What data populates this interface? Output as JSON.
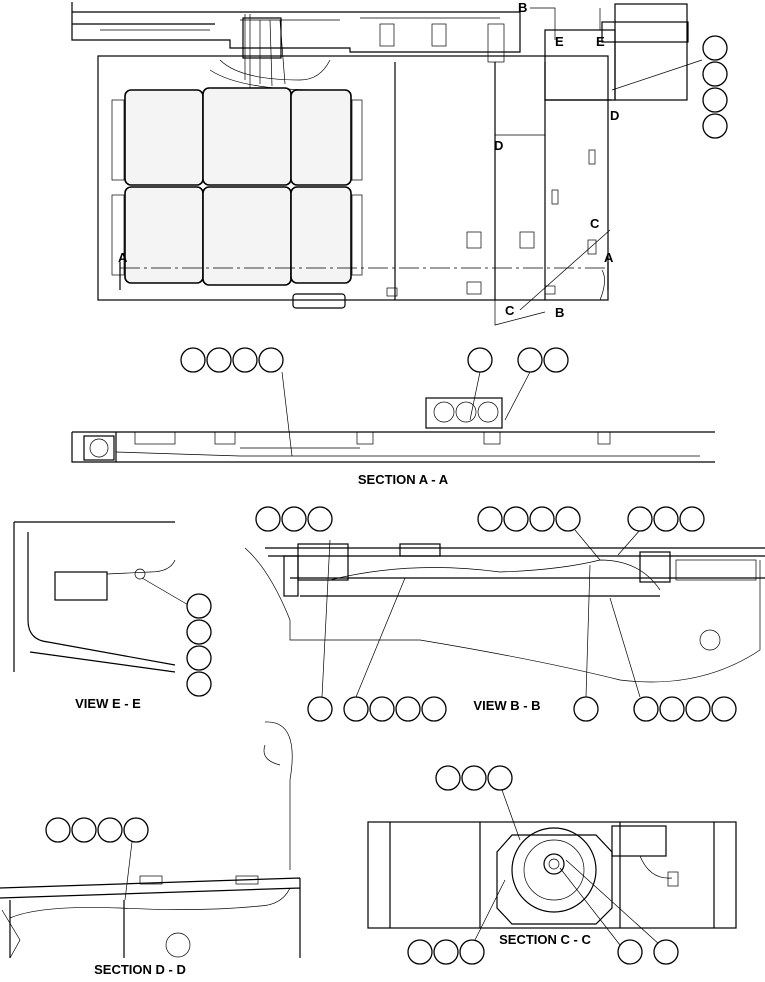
{
  "views": {
    "section_aa": "SECTION A - A",
    "view_ee": "VIEW E - E",
    "view_bb": "VIEW B - B",
    "section_dd": "SECTION D - D",
    "section_cc": "SECTION C - C"
  },
  "cut_markers": {
    "a_left": "A",
    "a_right": "A",
    "b_top": "B",
    "b_bottom": "B",
    "c_top": "C",
    "c_bottom": "C",
    "d_left": "D",
    "d_right": "D",
    "e_left": "E",
    "e_right": "E"
  }
}
